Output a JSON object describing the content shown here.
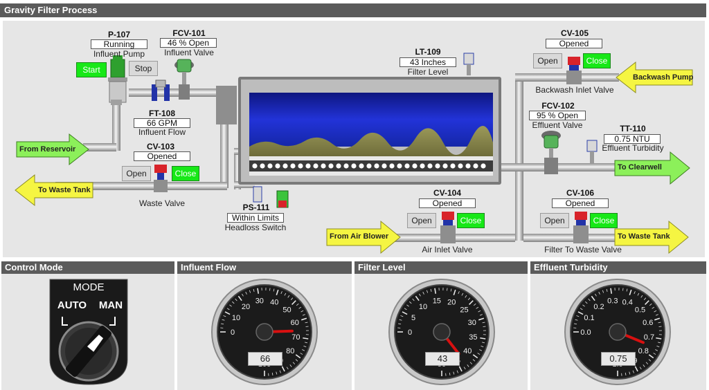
{
  "title": "Gravity Filter Process",
  "equipment": {
    "p107": {
      "tag": "P-107",
      "status": "Running",
      "desc": "Influent Pump",
      "start_label": "Start",
      "stop_label": "Stop"
    },
    "fcv101": {
      "tag": "FCV-101",
      "status": "46 % Open",
      "desc": "Influent Valve"
    },
    "ft108": {
      "tag": "FT-108",
      "status": "66 GPM",
      "desc": "Influent Flow"
    },
    "cv103": {
      "tag": "CV-103",
      "status": "Opened",
      "desc": "Waste Valve",
      "open_label": "Open",
      "close_label": "Close"
    },
    "lt109": {
      "tag": "LT-109",
      "status": "43  Inches",
      "desc": "Filter Level"
    },
    "ps111": {
      "tag": "PS-111",
      "status": "Within Limits",
      "desc": "Headloss Switch"
    },
    "cv105": {
      "tag": "CV-105",
      "status": "Opened",
      "desc": "Backwash Inlet Valve",
      "open_label": "Open",
      "close_label": "Close"
    },
    "fcv102": {
      "tag": "FCV-102",
      "status": "95 % Open",
      "desc": "Effluent Valve"
    },
    "tt110": {
      "tag": "TT-110",
      "status": "0.75 NTU",
      "desc": "Effluent Turbidity"
    },
    "cv104": {
      "tag": "CV-104",
      "status": "Opened",
      "desc": "Air Inlet Valve",
      "open_label": "Open",
      "close_label": "Close"
    },
    "cv106": {
      "tag": "CV-106",
      "status": "Opened",
      "desc": "Filter To Waste Valve",
      "open_label": "Open",
      "close_label": "Close"
    }
  },
  "arrows": {
    "from_reservoir": "From Reservoir",
    "to_waste_left": "To Waste Tank",
    "backwash_pump": "Backwash Pump",
    "to_clearwell": "To Clearwell",
    "from_air_blower": "From Air Blower",
    "to_waste_right": "To Waste Tank"
  },
  "panels": {
    "control_mode": {
      "title": "Control Mode",
      "mode_label": "MODE",
      "auto_label": "AUTO",
      "man_label": "MAN"
    },
    "influent_flow": {
      "title": "Influent Flow",
      "value": 66,
      "readout": "66",
      "min": 0,
      "max": 100,
      "ticks": [
        "0",
        "10",
        "20",
        "30",
        "40",
        "50",
        "60",
        "70",
        "80",
        "90",
        "100"
      ]
    },
    "filter_level": {
      "title": "Filter Level",
      "value": 43,
      "readout": "43",
      "min": 0,
      "max": 50,
      "ticks": [
        "0",
        "5",
        "10",
        "15",
        "20",
        "25",
        "30",
        "35",
        "40",
        "45",
        "50"
      ]
    },
    "effluent_turbidity": {
      "title": "Effluent Turbidity",
      "value": 0.75,
      "readout": "0.75",
      "min": 0,
      "max": 1,
      "ticks": [
        "0.0",
        "0.1",
        "0.2",
        "0.3",
        "0.4",
        "0.5",
        "0.6",
        "0.7",
        "0.8",
        "0.9",
        "1.0"
      ]
    }
  },
  "colors": {
    "header": "#5b5b5b",
    "panel": "#e6e6e6",
    "green_button": "#17e817",
    "arrow_green": "#8cf05a",
    "arrow_yellow": "#f5f542",
    "water": "#1f2fc8",
    "needle": "#d81010"
  }
}
